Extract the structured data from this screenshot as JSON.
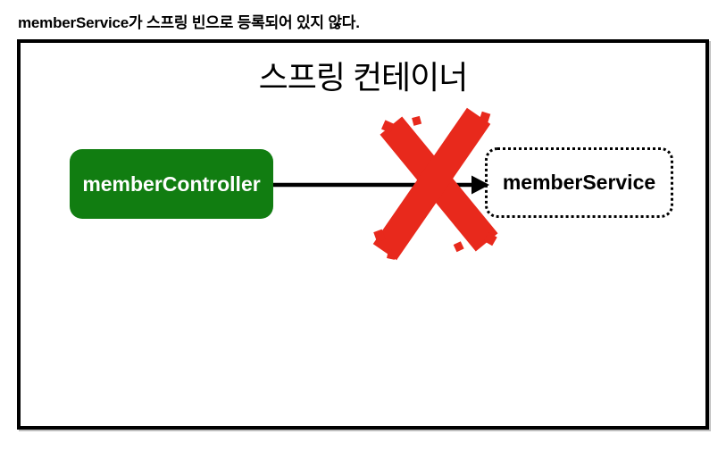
{
  "page": {
    "heading": "memberService가 스프링 빈으로 등록되어 있지 않다."
  },
  "diagram": {
    "container_title": "스프링 컨테이너",
    "nodes": [
      {
        "id": "memberController",
        "label": "memberController",
        "status": "registered-spring-bean"
      },
      {
        "id": "memberService",
        "label": "memberService",
        "status": "not-registered"
      }
    ],
    "edge": {
      "from": "memberController",
      "to": "memberService",
      "status": "broken"
    },
    "colors": {
      "bean_green": "#117d11",
      "error_red": "#e8291c",
      "line_black": "#000000"
    }
  }
}
